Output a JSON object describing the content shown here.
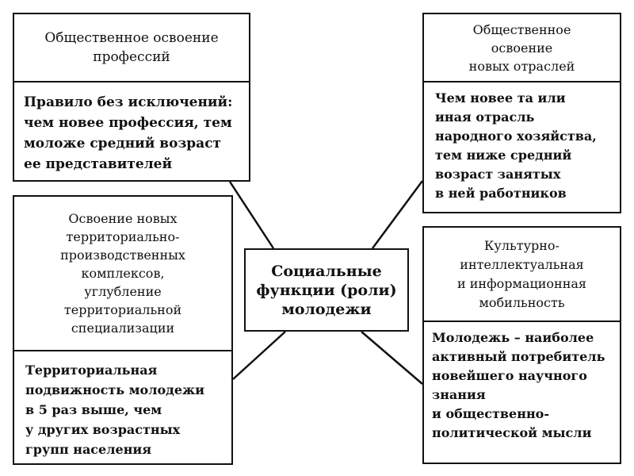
{
  "center": {
    "lines": [
      "Социальные",
      "функции (роли)",
      "молодежи"
    ]
  },
  "boxes": {
    "top_left": {
      "title_lines": [
        "Общественное освоение",
        "профессий"
      ],
      "body_lines": [
        "Правило без исключений:",
        "чем новее профессия, тем",
        "моложе средний возраст",
        "ее представителей"
      ]
    },
    "top_right": {
      "title_lines": [
        "Общественное",
        "освоение",
        "новых отраслей"
      ],
      "body_lines": [
        "Чем новее та или",
        "иная отрасль",
        "народного хозяйства,",
        "тем ниже средний",
        "возраст занятых",
        "в ней работников"
      ]
    },
    "bottom_left": {
      "title_lines": [
        "Освоение новых",
        "территориально-",
        "производственных",
        "комплексов,",
        "углубление",
        "территориальной",
        "специализации"
      ],
      "body_lines": [
        "Территориальная",
        "подвижность молодежи",
        "в 5 раз выше, чем",
        "у других возрастных",
        "групп населения"
      ]
    },
    "bottom_right": {
      "title_lines": [
        "Культурно-",
        "интеллектуальная",
        "и информационная",
        "мобильность"
      ],
      "body_lines": [
        "Молодежь – наиболее",
        "активный потребитель",
        "новейшего научного",
        "знания",
        "и общественно-",
        "политической мысли"
      ]
    }
  }
}
